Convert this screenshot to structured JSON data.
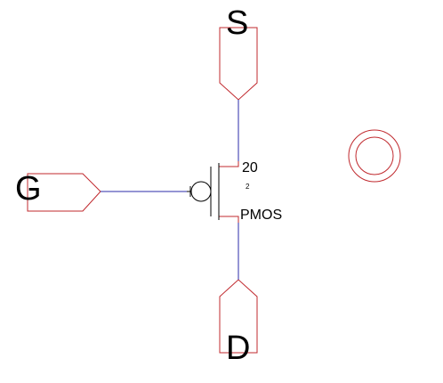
{
  "colors": {
    "pin_outline": "#c0282d",
    "wire": "#2b2ba8",
    "device": "#000000",
    "origin_marker": "#c0282d",
    "background": "#ffffff"
  },
  "pins": {
    "source": {
      "label": "S",
      "direction": "input"
    },
    "gate": {
      "label": "G",
      "direction": "input"
    },
    "drain": {
      "label": "D",
      "direction": "input"
    }
  },
  "device": {
    "type_label": "PMOS",
    "width": "20",
    "length": "2"
  },
  "marker": {
    "icon": "origin-circle-icon"
  }
}
